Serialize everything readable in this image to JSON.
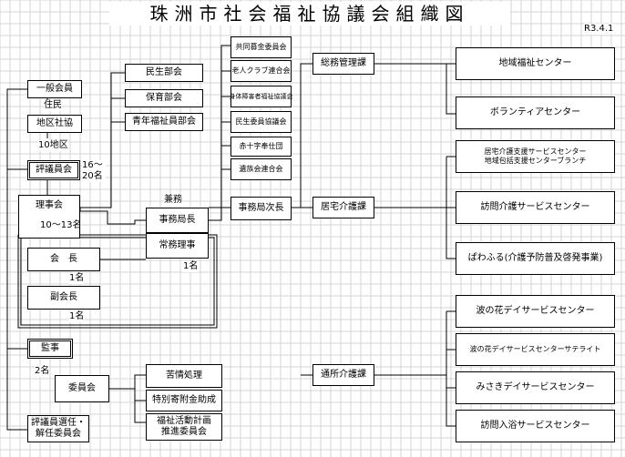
{
  "title": "珠洲市社会福祉協議会組織図",
  "date": "R3.4.1",
  "left": {
    "general_members": "一般会員",
    "residents": "住民",
    "district_council": "地区社協",
    "district_count": "10地区",
    "councilors": "評議員会",
    "councilors_count": "16～20名",
    "board": "理事会",
    "board_count": "10～13名",
    "chair": "会　長",
    "chair_count": "1名",
    "vice_chair": "副会長",
    "vice_chair_count": "1名",
    "auditors": "監事",
    "auditors_count": "2名",
    "selection_committee_1": "評議員選任・",
    "selection_committee_2": "解任委員会"
  },
  "departments": {
    "welfare_commissioner": "民生部会",
    "childcare": "保育部会",
    "youth_welfare": "青年福祉員部会"
  },
  "middle": {
    "concurrent": "兼務",
    "secretary_general": "事務局長",
    "managing_director": "常務理事",
    "managing_director_count": "1名",
    "committee": "委員会",
    "deputy_secretary": "事務局次長"
  },
  "committees": {
    "complaints": "苦情処理",
    "special_donation": "特別寄附金助成",
    "plan_1": "福祉活動計画",
    "plan_2": "推進委員会"
  },
  "organizations": {
    "mutual_fund": "共同募金委員会",
    "elderly_club": "老人クラブ連合会",
    "disabled_assoc": "身体障害者福祉協議会",
    "welfare_commissioners": "民生委員協議会",
    "red_cross": "赤十字奉仕団",
    "bereaved": "遺族会連合会"
  },
  "sections": {
    "general_affairs": "総務管理課",
    "home_care": "居宅介護課",
    "day_care": "通所介護課"
  },
  "centers": {
    "community_welfare": "地域福祉センター",
    "volunteer": "ボランティアセンター",
    "care_support_1": "居宅介護支援サービスセンター",
    "care_support_2": "地域包括支援センターブランチ",
    "home_visit": "訪問介護サービスセンター",
    "pawaful": "ぱわふる(介護予防普及啓発事業)",
    "naminohana": "波の花デイサービスセンター",
    "naminohana_sat": "波の花デイサービスセンターサテライト",
    "misaki": "みさきデイサービスセンター",
    "bathing": "訪問入浴サービスセンター"
  }
}
